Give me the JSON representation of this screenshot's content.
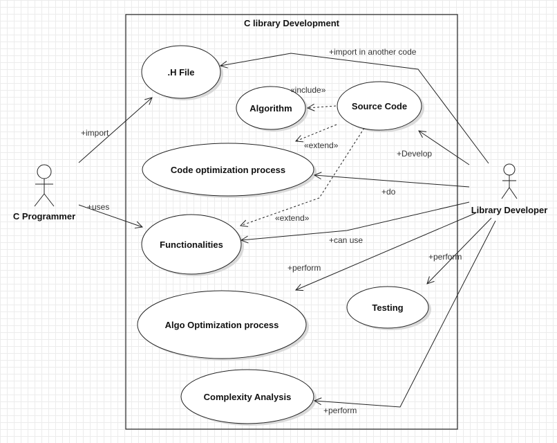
{
  "system": {
    "title": "C library Development"
  },
  "actors": {
    "c_programmer": "C Programmer",
    "library_developer": "Library Developer"
  },
  "use_cases": {
    "h_file": ".H File",
    "algorithm": "Algorithm",
    "source_code": "Source Code",
    "code_optimization": "Code optimization process",
    "functionalities": "Functionalities",
    "algo_optimization": "Algo Optimization process",
    "testing": "Testing",
    "complexity_analysis": "Complexity Analysis"
  },
  "edges": {
    "import_another": "+import in another code",
    "include": "«include»",
    "extend1": "«extend»",
    "extend2": "«extend»",
    "develop": "+Develop",
    "do": "+do",
    "import": "+import",
    "uses": "+uses",
    "can_use": "+can use",
    "perform_algo": "+perform",
    "perform_testing": "+perform",
    "perform_complexity": "+perform"
  }
}
